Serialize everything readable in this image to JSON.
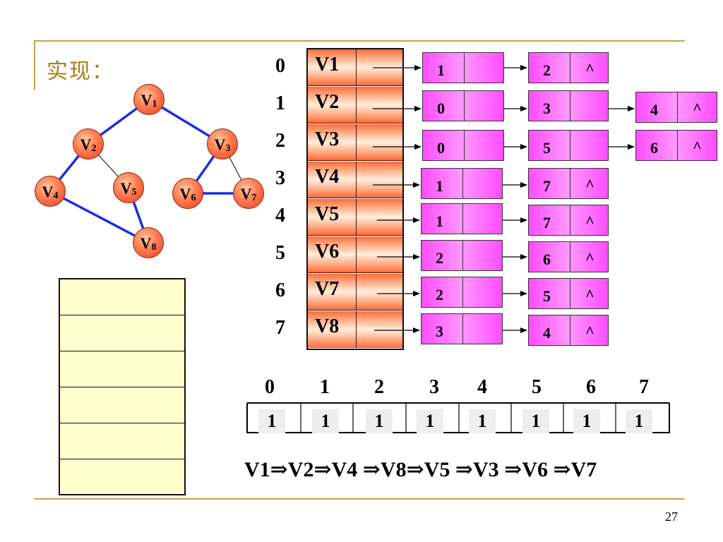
{
  "title": "实现：",
  "page_number": "27",
  "graph": {
    "nodes": [
      {
        "label": "V",
        "sub": "1"
      },
      {
        "label": "V",
        "sub": "2"
      },
      {
        "label": "V",
        "sub": "3"
      },
      {
        "label": "V",
        "sub": "4"
      },
      {
        "label": "V",
        "sub": "5"
      },
      {
        "label": "V",
        "sub": "6"
      },
      {
        "label": "V",
        "sub": "7"
      },
      {
        "label": "V",
        "sub": "8"
      }
    ],
    "blue_edges": [
      [
        "V1",
        "V2"
      ],
      [
        "V1",
        "V3"
      ],
      [
        "V2",
        "V4"
      ],
      [
        "V4",
        "V8"
      ],
      [
        "V5",
        "V8"
      ],
      [
        "V3",
        "V6"
      ],
      [
        "V6",
        "V7"
      ]
    ],
    "thin_edges": [
      [
        "V2",
        "V5"
      ],
      [
        "V3",
        "V7"
      ]
    ]
  },
  "adjacency": {
    "indices": [
      "0",
      "1",
      "2",
      "3",
      "4",
      "5",
      "6",
      "7"
    ],
    "vertices": [
      "V1",
      "V2",
      "V3",
      "V4",
      "V5",
      "V6",
      "V7",
      "V8"
    ],
    "lists": [
      [
        "1",
        "2",
        "^"
      ],
      [
        "0",
        "3",
        "4",
        "^"
      ],
      [
        "0",
        "5",
        "6",
        "^"
      ],
      [
        "1",
        "7",
        "^"
      ],
      [
        "1",
        "7",
        "^"
      ],
      [
        "2",
        "6",
        "^"
      ],
      [
        "2",
        "5",
        "^"
      ],
      [
        "3",
        "4",
        "^"
      ]
    ]
  },
  "visited": {
    "indices": [
      "0",
      "1",
      "2",
      "3",
      "4",
      "5",
      "6",
      "7"
    ],
    "values": [
      "1",
      "1",
      "1",
      "1",
      "1",
      "1",
      "1",
      "1"
    ]
  },
  "traversal": "V1⇒V2⇒V4 ⇒V8⇒V5 ⇒V3 ⇒V6 ⇒V7",
  "colors": {
    "accent_rule": "#c8a24a",
    "title": "#b07a16",
    "edge_blue": "#1a2ee0",
    "vertex_fill": "#ff7a50",
    "node_fill": "#ff66ff",
    "stack_fill": "#ffffcc"
  }
}
